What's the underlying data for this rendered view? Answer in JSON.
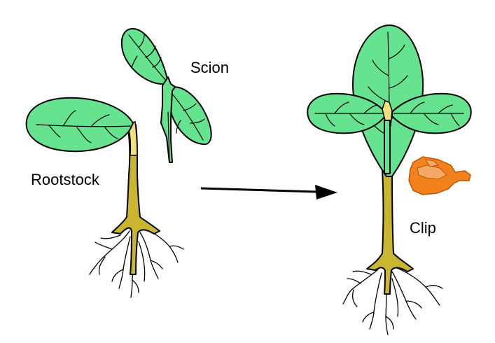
{
  "labels": {
    "scion": "Scion",
    "rootstock": "Rootstock",
    "clip": "Clip"
  },
  "colors": {
    "leaf": "#66e38f",
    "stem": "#c9b52f",
    "clip": "#f3821e",
    "outline": "#000000",
    "background": "#ffffff"
  }
}
